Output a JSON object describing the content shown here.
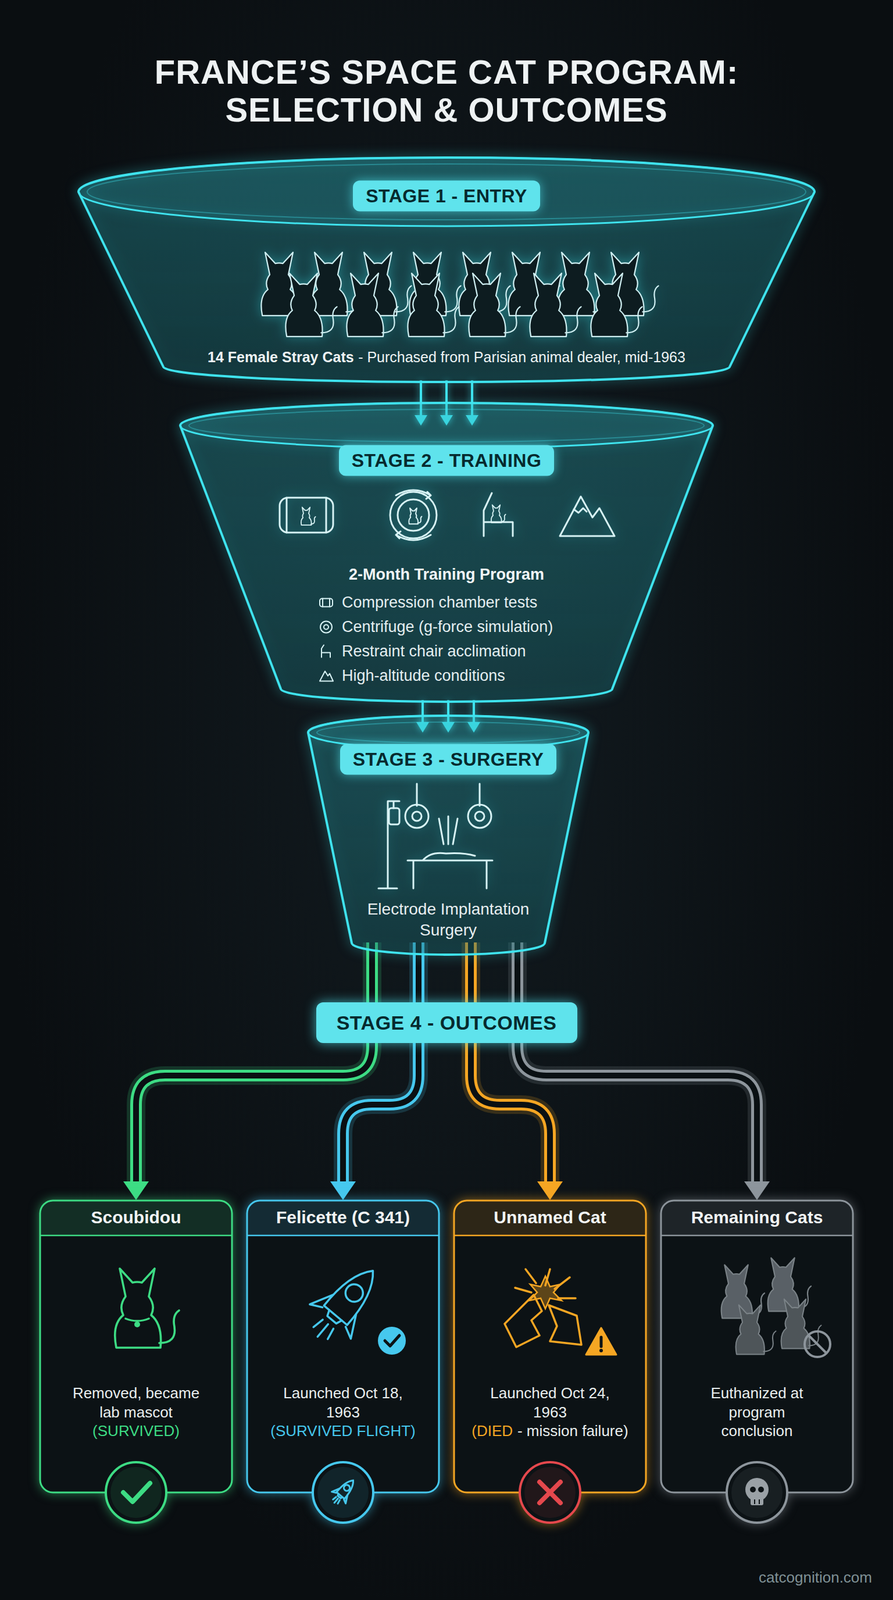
{
  "diagram": {
    "title": "FRANCE’S SPACE CAT PROGRAM: SELECTION & OUTCOMES",
    "nodes": [
      {
        "text": [
          "STAGE 1 - ENTRY",
          "14 Female Stray Cats",
          "- Purchased from Parisian animal dealer, mid-1963"
        ]
      },
      {
        "text": [
          "STAGE 2 - TRAINING",
          "2-Month Training Program",
          "Compression chamber tests",
          "Centrifuge (g-force simulation)",
          "Restraint chair acclimation",
          "High-altitude conditions"
        ]
      },
      {
        "text": [
          "STAGE 3 - SURGERY",
          "Electrode Implantation Surgery"
        ]
      },
      {
        "text": [
          "STAGE 4 - OUTCOMES"
        ]
      },
      {
        "text": [
          "Scoubidou",
          "Removed, became lab mascot",
          "(SURVIVED)"
        ]
      },
      {
        "text": [
          "Felicette (C 341)",
          "Launched Oct 18, 1963",
          "(SURVIVED FLIGHT)"
        ]
      },
      {
        "text": [
          "Unnamed Cat",
          "Launched Oct 24, 1963",
          "(DIED",
          "- mission failure)"
        ]
      },
      {
        "text": [
          "Remaining Cats",
          "Euthanized at program conclusion"
        ]
      }
    ],
    "edges": [
      {
        "from": 0,
        "to": 1,
        "arrow": "to"
      },
      {
        "from": 1,
        "to": 2,
        "arrow": "to"
      },
      {
        "from": 2,
        "to": 4,
        "arrow": "to"
      },
      {
        "from": 2,
        "to": 5,
        "arrow": "to"
      },
      {
        "from": 2,
        "to": 6,
        "arrow": "to"
      },
      {
        "from": 2,
        "to": 7,
        "arrow": "to"
      }
    ],
    "labels": [
      "catcognition.com"
    ]
  }
}
